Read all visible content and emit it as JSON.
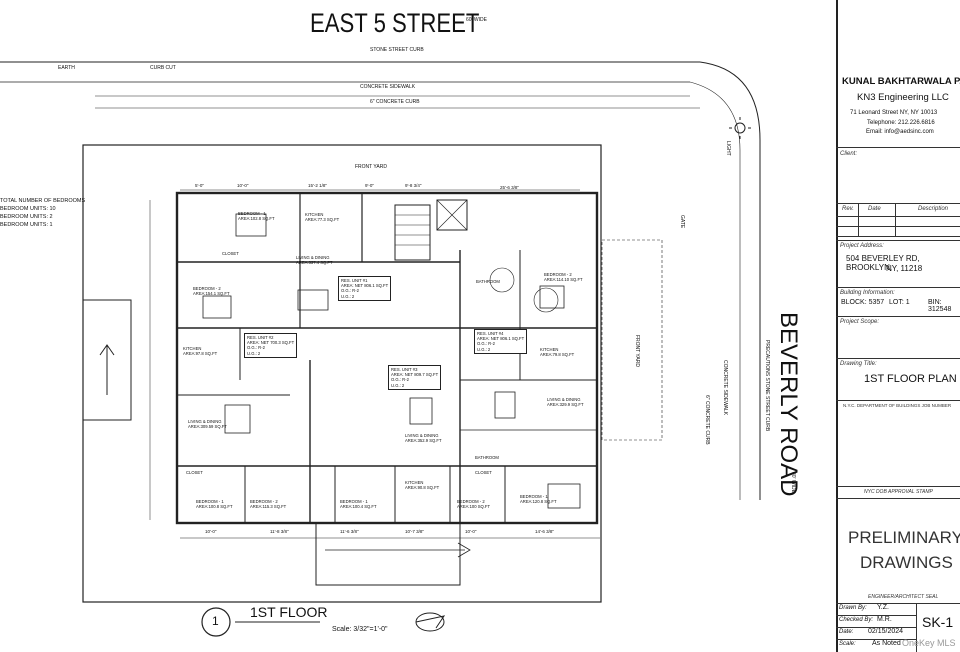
{
  "drawing": {
    "street_top": "EAST 5 STREET",
    "street_top_width": "60' WIDE",
    "curb_line": "STONE STREET CURB",
    "earth": "EARTH",
    "curb_cut": "CURB CUT",
    "concrete_sidewalk": "CONCRETE SIDEWALK",
    "concrete_curb": "6\" CONCRETE CURB",
    "front_yard": "FRONT YARD",
    "street_right": "BEVERLY ROAD",
    "street_right_width": "80' WIDE",
    "right_curb_note": "PRECAUTIONS STONE STREET CURB",
    "right_sidewalk": "CONCRETE SIDEWALK",
    "right_concrete_curb": "6\" CONCRETE CURB",
    "front_yard_right": "FRONT YARD",
    "light": "LIGHT",
    "gate": "GATE",
    "bedrooms_summary": {
      "title": "TOTAL NUMBER OF BEDROOMS",
      "rows": [
        "BEDROOM UNITS: 10",
        "BEDROOM UNITS: 2",
        "BEDROOM UNITS: 1"
      ]
    },
    "rooms": [
      {
        "name": "BEDROOM - 1",
        "area": "AREA:102.8 SQ.FT"
      },
      {
        "name": "KITCHEN",
        "area": "AREA:77.3 SQ.FT"
      },
      {
        "name": "CLOSET",
        "area": ""
      },
      {
        "name": "LIVING & DINING",
        "area": "AREA:337.4 SQ.FT"
      },
      {
        "name": "BEDROOM - 2",
        "area": "AREA:154.1 SQ.FT"
      },
      {
        "name": "BATHROOM",
        "area": ""
      },
      {
        "name": "BEDROOM - 2",
        "area": "AREA:114.10 SQ.FT"
      },
      {
        "name": "KITCHEN",
        "area": "AREA:97.8 SQ.FT"
      },
      {
        "name": "KITCHEN",
        "area": "AREA:79.8 SQ.FT"
      },
      {
        "name": "LIVING & DINING",
        "area": "AREA:309.59 SQ.FT"
      },
      {
        "name": "LIVING & DINING",
        "area": "AREA:352.9 SQ.FT"
      },
      {
        "name": "LIVING & DINING",
        "area": "AREA:329.9 SQ.FT"
      },
      {
        "name": "CLOSET",
        "area": ""
      },
      {
        "name": "BEDROOM - 1",
        "area": "AREA:100.8 SQ.FT"
      },
      {
        "name": "BEDROOM - 2",
        "area": "AREA:115.3 SQ.FT"
      },
      {
        "name": "BEDROOM - 1",
        "area": "AREA:100.4 SQ.FT"
      },
      {
        "name": "KITCHEN",
        "area": "AREA:90.8 SQ.FT"
      },
      {
        "name": "BEDROOM - 2",
        "area": "AREA:100 SQ.FT"
      },
      {
        "name": "CLOSET",
        "area": ""
      },
      {
        "name": "BEDROOM - 1",
        "area": "AREA:120.8 SQ.FT"
      },
      {
        "name": "BATHROOM",
        "area": ""
      }
    ],
    "units": [
      {
        "name": "RES. UNIT #1",
        "area": "AREA: NET 806.1 SQ.FT",
        "og": "O.G.: R-2",
        "ug": "U.G.: 2"
      },
      {
        "name": "RES. UNIT #2",
        "area": "AREA: NET 700.3 SQ.FT",
        "og": "O.G.: R-2",
        "ug": "U.G.: 2"
      },
      {
        "name": "RES. UNIT #3",
        "area": "AREA: NET 809.7 SQ.FT",
        "og": "O.G.: R-2",
        "ug": "U.G.: 2"
      },
      {
        "name": "RES. UNIT #4",
        "area": "AREA: NET 806.1 SQ.FT",
        "og": "O.G.: R-2",
        "ug": "U.G.: 2"
      }
    ],
    "dims_top": [
      "5'-0\"",
      "10'-0\"",
      "15'-2 1/8\"",
      "9'-0\"",
      "9'-8 3/4\"",
      "25'-6 3/8\""
    ],
    "dims_bottom": [
      "10'-0\"",
      "11'-8 3/8\"",
      "11'-6 3/8\"",
      "10'-7 3/8\"",
      "10'-0\"",
      "14'-6 3/8\""
    ],
    "label_number": "1",
    "label_title": "1ST FLOOR",
    "scale": "Scale: 3/32\"=1'-0\""
  },
  "title_block": {
    "engineer": "KUNAL BAKHTARWALA P.E",
    "company": "KN3 Engineering LLC",
    "address": "71 Leonard Street NY, NY 10013",
    "telephone": "Telephone: 212.226.6816",
    "email": "Email: info@aedsinc.com",
    "client_label": "Client:",
    "rev_headers": [
      "Rev.",
      "Date",
      "Description"
    ],
    "project_address_label": "Project Address:",
    "project_address_line1": "504 BEVERLEY RD, BROOKLYN,",
    "project_address_line2": "NY, 11218",
    "building_info_label": "Building Information:",
    "block": "BLOCK: 5357",
    "lot": "LOT: 1",
    "bin": "BIN: 312548",
    "project_scope_label": "Project Scope:",
    "drawing_title_label": "Drawing Title:",
    "drawing_title": "1ST FLOOR PLAN",
    "dob_job": "N.Y.C. DEPARTMENT OF BUILDINGS JOB NUMBER",
    "dob_stamp": "NYC DOB APPROVAL STAMP",
    "preliminary": "PRELIMINARY",
    "drawings": "DRAWINGS",
    "seal": "ENGINEER/ARCHITECT SEAL",
    "drawn_by_label": "Drawn By:",
    "drawn_by": "Y.Z.",
    "checked_by_label": "Checked By:",
    "checked_by": "M.R.",
    "date_label": "Date:",
    "date": "02/15/2024",
    "scale_label": "Scale:",
    "scale": "As Noted",
    "sheet_no": "SK-1",
    "watermark": "OneKey MLS"
  }
}
